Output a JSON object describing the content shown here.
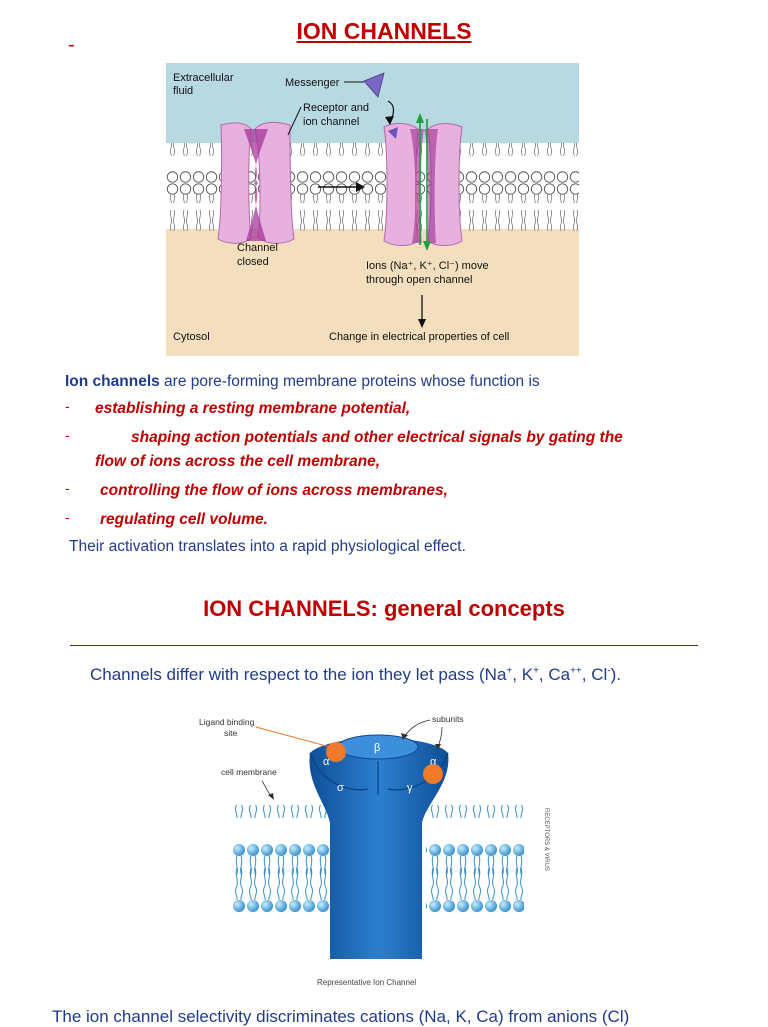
{
  "page": {
    "title_main": "ION CHANNELS",
    "top_dash": "-",
    "figure1": {
      "label_extracellular_1": "Extracellular",
      "label_extracellular_2": "fluid",
      "label_messenger": "Messenger",
      "label_receptor_1": "Receptor and",
      "label_receptor_2": "ion channel",
      "label_channel_closed_1": "Channel",
      "label_channel_closed_2": "closed",
      "label_ions_1": "Ions (Na⁺, K⁺, Cl⁻) move",
      "label_ions_2": "through open channel",
      "label_cytosol": "Cytosol",
      "label_change": "Change in electrical properties of cell"
    },
    "definition": {
      "term": "Ion channels",
      "rest": " are pore-forming membrane proteins whose function is"
    },
    "bullets": [
      {
        "dash": "-",
        "text": "establishing a resting membrane potential,"
      },
      {
        "dash": "-",
        "text": "shaping action potentials and other electrical signals by gating the",
        "text2": "flow of  ions across the cell membrane,"
      },
      {
        "dash": "-",
        "text": "controlling the flow of ions across membranes,"
      },
      {
        "dash": "-",
        "text": "regulating cell volume."
      }
    ],
    "activation_line": "Their activation translates into a rapid physiological effect.",
    "title_concepts": "ION CHANNELS: general concepts",
    "channels_line": {
      "prefix": "Channels differ with respect to the ion they let pass (Na",
      "sup1": "+",
      "mid1": ", K",
      "sup2": "+",
      "mid2": ", Ca",
      "sup3": "++",
      "mid3": ", Cl",
      "sup4": "-",
      "suffix": ")."
    },
    "figure2": {
      "label_ligand_1": "Ligand binding",
      "label_ligand_2": "site",
      "label_subunits": "subunits",
      "label_cell_membrane": "cell membrane",
      "subunit_alpha_left": "α",
      "subunit_beta": "β",
      "subunit_alpha_right": "α",
      "subunit_sigma": "σ",
      "subunit_gamma": "γ",
      "caption": "Representative Ion Channel",
      "side_mark": "RECEPTORS & VIRUS"
    },
    "bottom_line": "The ion channel selectivity discriminates cations (Na, K, Ca) from anions (Cl)"
  },
  "colors": {
    "heading_red": "#c00000",
    "body_navy": "#1f3b8c",
    "extracellular_blue": "#b7d9e2",
    "cytosol_tan": "#f3dfbd",
    "channel_pink": "#e3a5d9",
    "channel_blue": "#1f63b3",
    "ligand_orange": "#f07a2a",
    "lipid_blue": "#4fa3d6"
  }
}
